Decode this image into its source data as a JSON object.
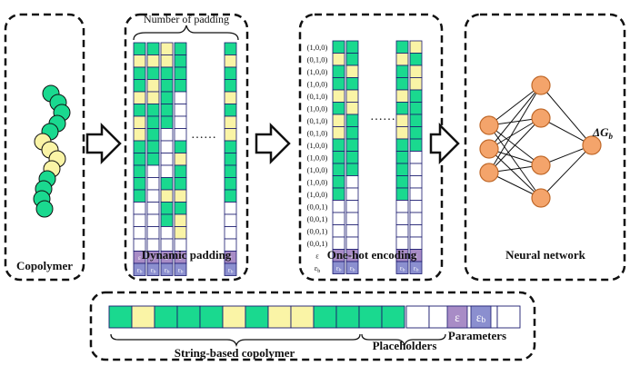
{
  "colors": {
    "A": "#1ad98f",
    "B": "#faf4a6",
    "P": "#ffffff",
    "param": "#a88cc6",
    "param2": "#8b8fcf",
    "node": "#f4a46b",
    "border": "#1a1a6e"
  },
  "panels": {
    "copolymer": {
      "label": "Copolymer"
    },
    "padding": {
      "label": "Dynamic padding",
      "brace_label": "Number of padding",
      "ellipsis": "……"
    },
    "onehot": {
      "label": "One-hot encoding",
      "ellipsis": "……",
      "row_labels": [
        "(1,0,0)",
        "(0,1,0)",
        "(1,0,0)",
        "(1,0,0)",
        "(0,1,0)",
        "(1,0,0)",
        "(0,1,0)",
        "(0,1,0)",
        "(1,0,0)",
        "(1,0,0)",
        "(1,0,0)",
        "(1,0,0)",
        "(1,0,0)",
        "(0,0,1)",
        "(0,0,1)",
        "(0,0,1)",
        "(0,0,1)",
        "ε",
        "ε_b"
      ]
    },
    "network": {
      "label": "Neural network",
      "output": "ΔG",
      "output_sub": "b"
    }
  },
  "bottom": {
    "sequence": [
      "A",
      "B",
      "A",
      "A",
      "A",
      "B",
      "A",
      "B",
      "B",
      "A",
      "A",
      "A",
      "A",
      "P",
      "P",
      "P",
      "P",
      "P"
    ],
    "string_label": "String-based copolymer",
    "placeholder_label": "Placeholders",
    "param_label": "Parameters",
    "param_symbols": [
      "ε",
      "ε_b"
    ]
  },
  "grid_sequence": [
    "A",
    "B",
    "A",
    "A",
    "B",
    "A",
    "B",
    "B",
    "A",
    "A",
    "A",
    "A",
    "A",
    "P",
    "P",
    "P",
    "P"
  ],
  "chain": [
    "A",
    "A",
    "A",
    "A",
    "A",
    "B",
    "B",
    "B",
    "B",
    "A",
    "A",
    "A",
    "A"
  ]
}
